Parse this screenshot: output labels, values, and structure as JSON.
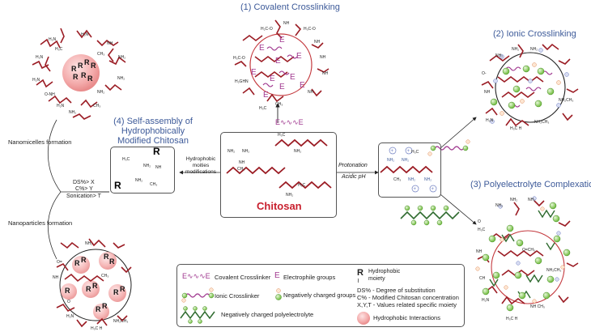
{
  "titles": {
    "covalent": "(1) Covalent Crosslinking",
    "ionic": "(2) Ionic Crosslinking",
    "polyelectrolyte": "(3) Polyelectrolyte Complexation",
    "self_assembly_line1": "(4) Self-assembly of",
    "self_assembly_line2": "Hydrophobically",
    "self_assembly_line3": "Modified Chitosan"
  },
  "center": {
    "label": "Chitosan"
  },
  "arrows": {
    "hydrophobic_line1": "Hydrophobic",
    "hydrophobic_line2": "moities",
    "hydrophobic_line3": "modifications",
    "protonation_line1": "Protonation",
    "protonation_line2": "Acidic pH",
    "crosslinker_symbol": "E∿∿∿E"
  },
  "branch": {
    "nanomicelles": "Nanomicelles formation",
    "nanoparticles": "Nanoparticles formation",
    "cond1": "DS%> X",
    "cond2": "C%> Y",
    "cond3": "Sonication> T"
  },
  "chem": {
    "nh2": "NH₂",
    "nh": "NH",
    "acetyl": "H₃C",
    "ch3": "CH₃",
    "o": "O",
    "r": "R",
    "e": "E",
    "plus": "+"
  },
  "legend": {
    "covalent_crosslinker": "Covalent Crosslinker",
    "electrophile": "Electrophile groups",
    "ionic_crosslinker": "Ionic Crosslinker",
    "negative_groups": "Negatively charged groups",
    "neg_polyelectrolyte": "Negatively charged polyelectrolyte",
    "hydrophobic_moiety_1": "Hydrophobic",
    "hydrophobic_moiety_2": "moiety",
    "ds": "DS% - Degree of substitution",
    "c": "C% - Modified Chitosan concentration",
    "xyt": "X,Y,T - Values related specific moiety",
    "hydrophobic_interactions": "Hydrophobic Interactions",
    "e_symbol": "E",
    "r_symbol": "R"
  },
  "colors": {
    "chain": "#9b1c24",
    "title": "#3d5a99",
    "crosslinker": "#a0388f",
    "negative": "#7cc24a",
    "positive_ring": "#6c7cc0",
    "chitosan_label": "#c8202e",
    "polyelectrolyte": "#2f6b2f"
  }
}
